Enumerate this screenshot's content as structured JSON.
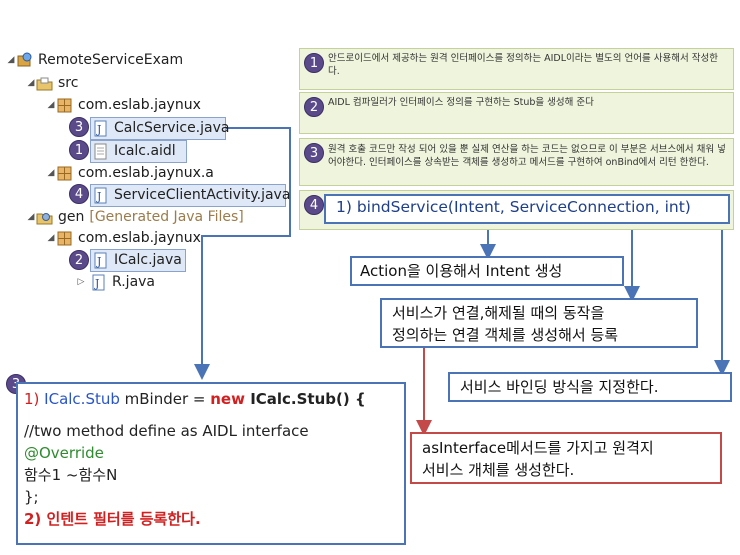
{
  "tree": {
    "project": "RemoteServiceExam",
    "src": "src",
    "pkg1": "com.eslab.jaynux",
    "calc_service": "CalcService.java",
    "icalc_aidl": "Icalc.aidl",
    "pkg2": "com.eslab.jaynux.a",
    "client_activity": "ServiceClientActivity.java",
    "gen": "gen",
    "gen_suffix": "[Generated Java Files]",
    "pkg3": "com.eslab.jaynux",
    "icalc_java": "ICalc.java",
    "r_java": "R.java"
  },
  "badges": {
    "b1": "1",
    "b2": "2",
    "b3": "3",
    "b4": "4"
  },
  "notes": {
    "n1": "안드로이드에서 제공하는 원격 인터페이스를 정의하는 AIDL이라는 별도의 언어를 사용해서 작성한다.",
    "n2": "AIDL 컴파일러가 인터페이스 정의를 구현하는 Stub을 생성해 준다",
    "n3": "원격 호출 코드만 작성 되어 있을 뿐 실제 연산을 하는 코드는 없으므로 이 부분은 서브스에서 채워 넣어야한다. 인터페이스를 상속받는 객체를 생성하고 메서드를 구현하여 onBind에서 리턴 한한다.",
    "n4": "1)  bindService(Intent, ServiceConnection, int)"
  },
  "callouts": {
    "intent": "Action을 이용해서 Intent 생성",
    "conn_line1": "서비스가 연결,해제될 때의 동작을",
    "conn_line2": "정의하는 연결 객체를 생성해서 등록",
    "mode": "서비스 바인딩 방식을 지정한다.",
    "as_line1": "asInterface메서드를 가지고 원격지",
    "as_line2": "서비스 개체를 생성한다."
  },
  "code": {
    "l1_num": "1) ",
    "l1_type": "ICalc.Stub",
    "l1_mid": " mBinder = ",
    "l1_new": "new",
    "l1_end": " ICalc.Stub() {",
    "l2": "//two method define as AIDL interface",
    "l3": "@Override",
    "l4": "함수1 ~함수N",
    "l5": "};",
    "l6": "2) 인텐트 필터를 등록한다."
  },
  "colors": {
    "badge": "#5b4a8a",
    "note_bg": "#eef5dc",
    "box_blue": "#4a74b5",
    "box_red": "#c44a4a",
    "code_red": "#d21f1f"
  }
}
